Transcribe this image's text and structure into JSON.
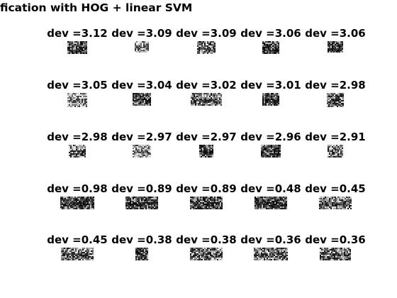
{
  "figure": {
    "title": "fication with HOG + linear SVM"
  },
  "chart_data": {
    "type": "image_grid",
    "title": "fication with HOG + linear SVM",
    "rows": 5,
    "cols": 5,
    "label_prefix": "dev =",
    "cells": [
      {
        "dev": "3.12",
        "thumb": "dark"
      },
      {
        "dev": "3.09",
        "thumb": "light"
      },
      {
        "dev": "3.09",
        "thumb": "mid"
      },
      {
        "dev": "3.06",
        "thumb": "dark"
      },
      {
        "dev": "3.06",
        "thumb": "dark"
      },
      {
        "dev": "3.05",
        "thumb": "light"
      },
      {
        "dev": "3.04",
        "thumb": "dark"
      },
      {
        "dev": "3.02",
        "thumb": "mid"
      },
      {
        "dev": "3.01",
        "thumb": "dark"
      },
      {
        "dev": "2.98",
        "thumb": "mid"
      },
      {
        "dev": "2.98",
        "thumb": "mid"
      },
      {
        "dev": "2.97",
        "thumb": "light"
      },
      {
        "dev": "2.97",
        "thumb": "dark"
      },
      {
        "dev": "2.96",
        "thumb": "dark"
      },
      {
        "dev": "2.91",
        "thumb": "mid"
      },
      {
        "dev": "0.98",
        "thumb": "dark"
      },
      {
        "dev": "0.89",
        "thumb": "dark"
      },
      {
        "dev": "0.89",
        "thumb": "dark"
      },
      {
        "dev": "0.48",
        "thumb": "dark"
      },
      {
        "dev": "0.45",
        "thumb": "mid"
      },
      {
        "dev": "0.45",
        "thumb": "mid"
      },
      {
        "dev": "0.38",
        "thumb": "dark"
      },
      {
        "dev": "0.38",
        "thumb": "mid"
      },
      {
        "dev": "0.36",
        "thumb": "mid"
      },
      {
        "dev": "0.36",
        "thumb": "mid"
      }
    ]
  }
}
